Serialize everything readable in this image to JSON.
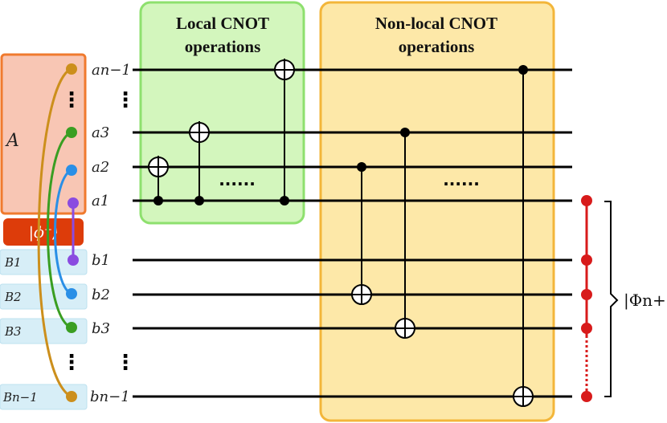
{
  "boxes": {
    "local_title_1": "Local CNOT",
    "local_title_2": "operations",
    "nonlocal_title_1": "Non-local CNOT",
    "nonlocal_title_2": "operations"
  },
  "party_a": {
    "label": "A"
  },
  "bell_pair": {
    "label": "|ϕ⁺⟩"
  },
  "party_b": {
    "labels": [
      "B1",
      "B2",
      "B3",
      "Bn−1"
    ]
  },
  "wires_a": {
    "labels": [
      "an−1",
      "a3",
      "a2",
      "a1"
    ]
  },
  "wires_b": {
    "labels": [
      "b1",
      "b2",
      "b3",
      "bn−1"
    ]
  },
  "ellipsis": {
    "vertical": "⋮",
    "horizontal": "......"
  },
  "result_state": {
    "label": "|Φn+⟩"
  },
  "colors": {
    "orange_line": "#cc8f1c",
    "green_line": "#3a9e22",
    "blue_line": "#2a8fe6",
    "purple_line": "#8a4be0",
    "red_line": "#d81b1b",
    "a_box_fill": "#f8c6b4",
    "a_box_stroke": "#f07a2e",
    "bell_fill": "#dd3c0a",
    "b_box_fill": "#d7eef7",
    "local_fill": "#d3f6bd",
    "local_stroke": "#8ee06e",
    "nonlocal_fill": "#fde8a8",
    "nonlocal_stroke": "#f3b63a"
  }
}
